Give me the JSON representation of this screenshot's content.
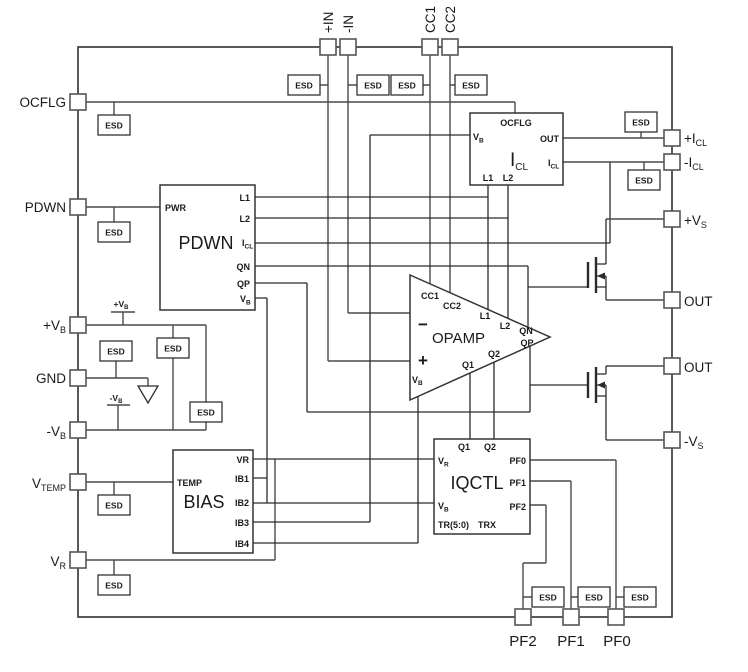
{
  "diagram": {
    "esd_label": "ESD",
    "pins": {
      "left": [
        {
          "l": "OCFLG",
          "s": ""
        },
        {
          "l": "PDWN",
          "s": ""
        },
        {
          "l": "+V",
          "s": "B"
        },
        {
          "l": "GND",
          "s": ""
        },
        {
          "l": "-V",
          "s": "B"
        },
        {
          "l": "V",
          "s": "TEMP"
        },
        {
          "l": "V",
          "s": "R"
        }
      ],
      "top": [
        {
          "l": "+IN"
        },
        {
          "l": "-IN"
        },
        {
          "l": "CC1"
        },
        {
          "l": "CC2"
        }
      ],
      "right": [
        {
          "l": "+I",
          "s": "CL"
        },
        {
          "l": "-I",
          "s": "CL"
        },
        {
          "l": "+V",
          "s": "S"
        },
        {
          "l": "OUT",
          "s": ""
        },
        {
          "l": "OUT",
          "s": ""
        },
        {
          "l": "-V",
          "s": "S"
        }
      ],
      "bottom": [
        {
          "l": "PF2"
        },
        {
          "l": "PF1"
        },
        {
          "l": "PF0"
        }
      ]
    },
    "supplies": {
      "pos": {
        "l": "+V",
        "s": "B"
      },
      "neg": {
        "l": "-V",
        "s": "B"
      }
    },
    "blocks": {
      "pdwn": {
        "title": "PDWN",
        "pwr": "PWR",
        "l1": "L1",
        "l2": "L2",
        "icl": "I",
        "icl_s": "CL",
        "qn": "QN",
        "qp": "QP",
        "vb": "V",
        "vb_s": "B"
      },
      "icl": {
        "title": "I",
        "title_s": "CL",
        "ocflg": "OCFLG",
        "vb": "V",
        "vb_s": "B",
        "out": "OUT",
        "icl": "I",
        "icl_s": "CL",
        "l1": "L1",
        "l2": "L2"
      },
      "opamp": {
        "title": "OPAMP",
        "minus": "−",
        "plus": "+",
        "cc1": "CC1",
        "cc2": "CC2",
        "l1": "L1",
        "l2": "L2",
        "qn": "QN",
        "qp": "QP",
        "q1": "Q1",
        "q2": "Q2",
        "vb": "V",
        "vb_s": "B"
      },
      "iqctl": {
        "title": "IQCTL",
        "q1": "Q1",
        "q2": "Q2",
        "vr": "V",
        "vr_s": "R",
        "vb": "V",
        "vb_s": "B",
        "pf0": "PF0",
        "pf1": "PF1",
        "pf2": "PF2",
        "note1": "TR(5:0)",
        "note2": "TRX"
      },
      "bias": {
        "title": "BIAS",
        "temp": "TEMP",
        "vr": "VR",
        "ib1": "IB1",
        "ib2": "IB2",
        "ib3": "IB3",
        "ib4": "IB4"
      }
    }
  }
}
